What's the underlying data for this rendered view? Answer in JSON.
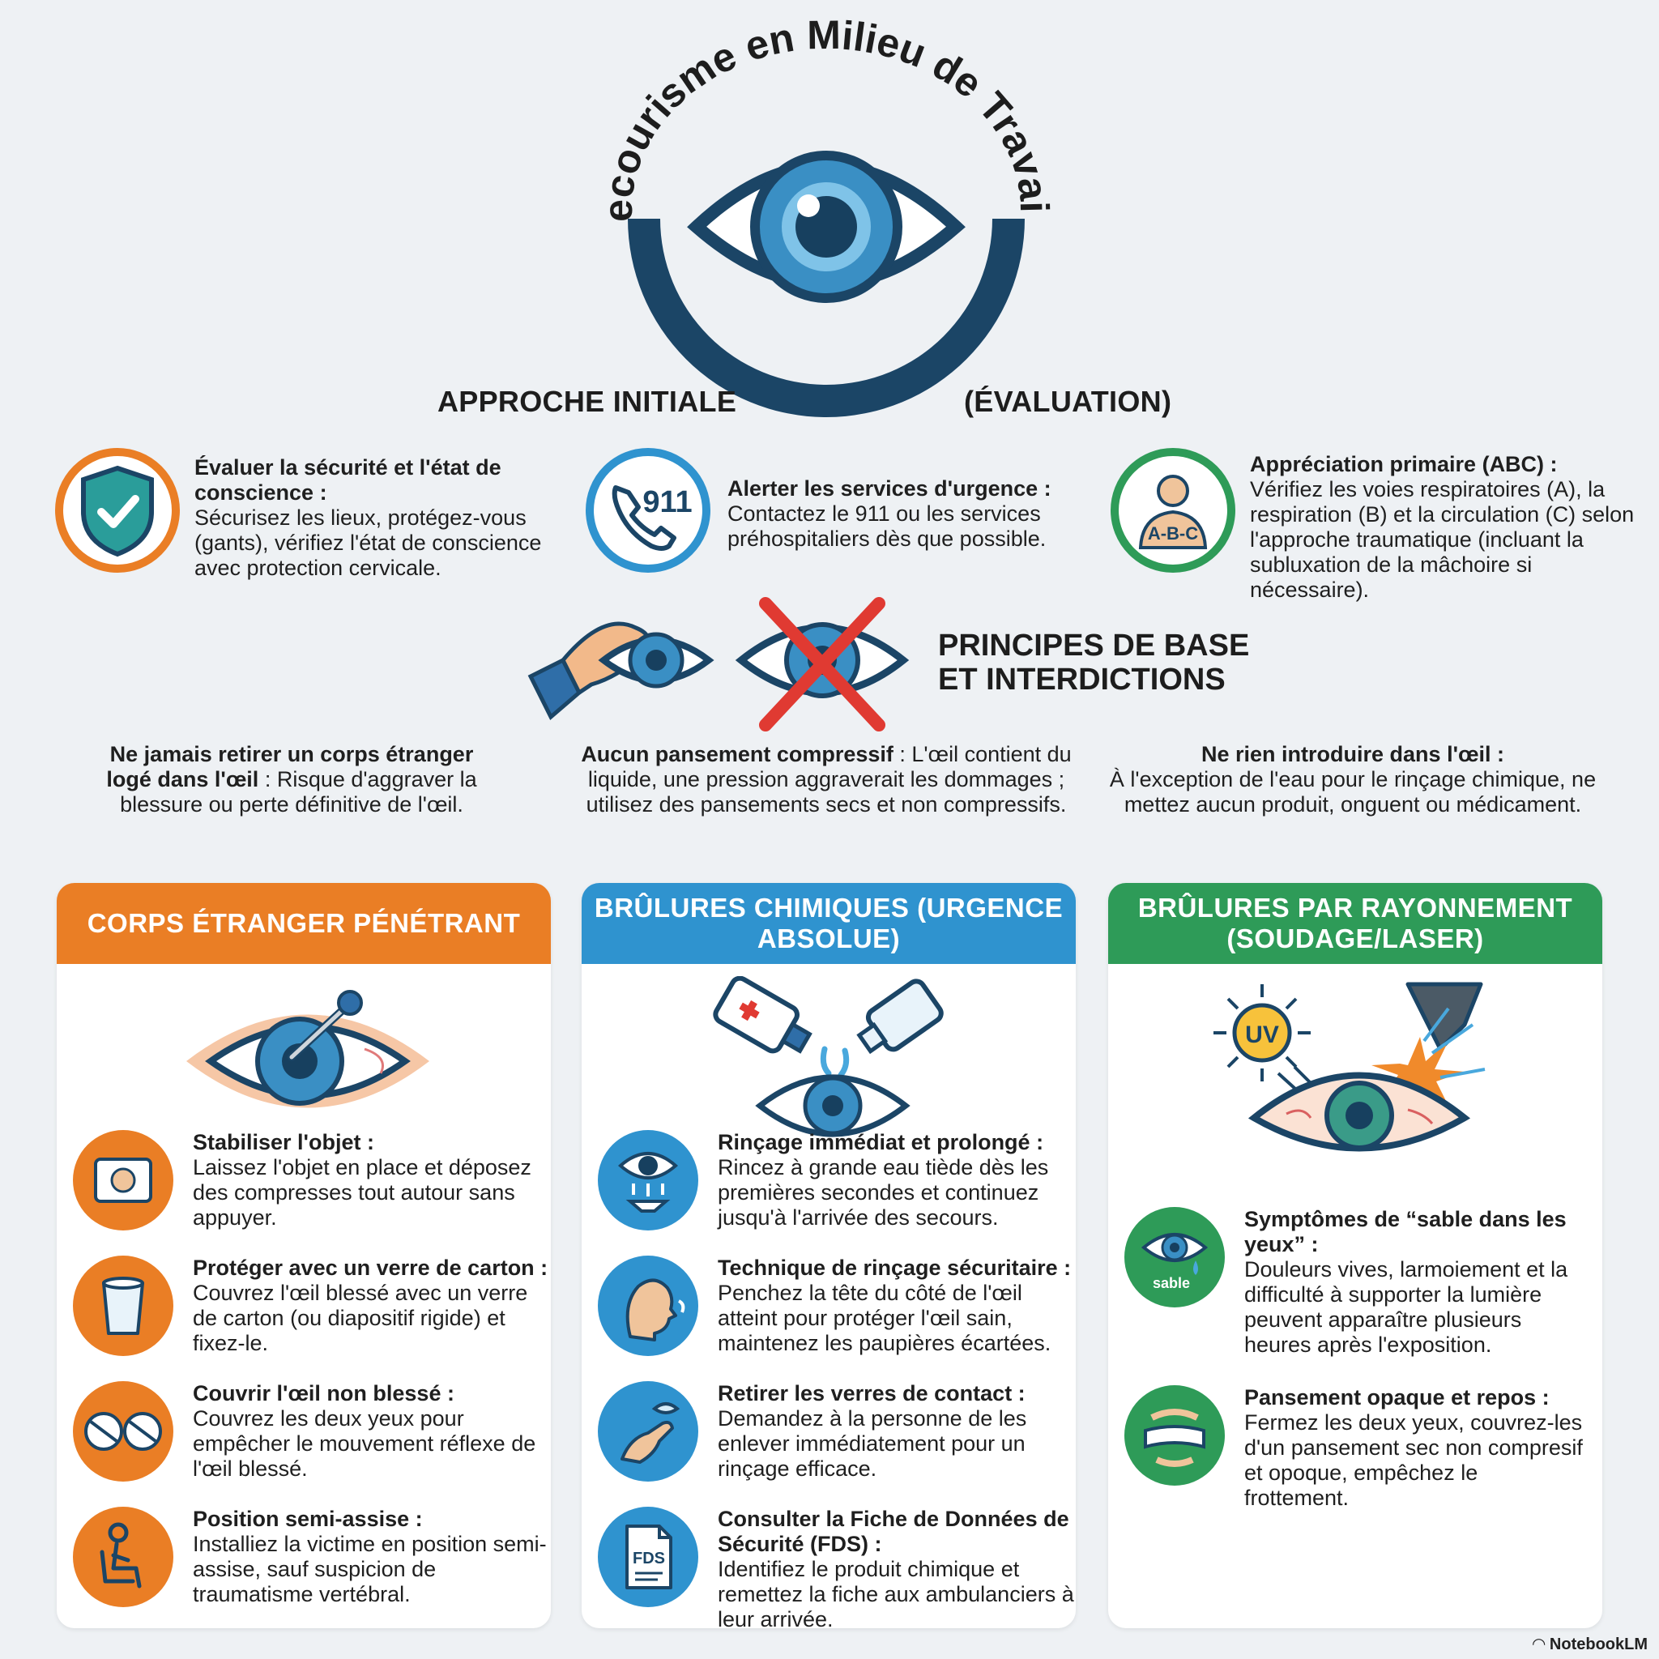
{
  "title": "Secourisme en Milieu de Travail :",
  "sections": {
    "approach_left": "APPROCHE INITIALE",
    "approach_right": "(ÉVALUATION)"
  },
  "top_items": [
    {
      "title": "Évaluer la sécurité et l'état de conscience :",
      "text": "Sécurisez les lieux, protégez-vous (gants), vérifiez l'état de conscience avec protection cervicale."
    },
    {
      "badge": "911",
      "title": "Alerter les services d'urgence :",
      "text": "Contactez le 911 ou les services préhospitaliers dès que possible."
    },
    {
      "badge": "A-B-C",
      "title": "Appréciation primaire (ABC) :",
      "text": "Vérifiez les voies respiratoires (A), la respiration (B) et la circulation (C) selon l'approche traumatique (incluant la subluxation de la mâchoire si nécessaire)."
    }
  ],
  "principles": {
    "heading_line1": "PRINCIPES DE BASE",
    "heading_line2": "ET INTERDICTIONS",
    "rules": [
      {
        "title": "Ne jamais retirer un corps étranger logé dans l'œil",
        "text": " : Risque d'aggraver la blessure ou perte définitive de l'œil."
      },
      {
        "title": "Aucun pansement compressif",
        "text": " : L'œil contient du liquide, une pression aggraverait les dommages ; utilisez des pansements secs et non compressifs."
      },
      {
        "title": "Ne rien introduire dans l'œil :",
        "text": "À l'exception de l'eau pour le rinçage chimique, ne mettez aucun produit, onguent ou médicament."
      }
    ]
  },
  "panels": [
    {
      "heading": "CORPS ÉTRANGER PÉNÉTRANT",
      "steps": [
        {
          "title": "Stabiliser l'objet :",
          "text": "Laissez l'objet en place et déposez des compresses tout autour sans appuyer."
        },
        {
          "title": "Protéger avec un verre de carton :",
          "text": "Couvrez l'œil blessé avec un verre de carton (ou diapositif rigide) et fixez-le."
        },
        {
          "title": "Couvrir l'œil non blessé :",
          "text": "Couvrez les deux yeux pour empêcher le mouvement réflexe de l'œil blessé."
        },
        {
          "title": "Position semi-assise :",
          "text": "Installiez la victime en position semi-assise, sauf suspicion de traumatisme vertébral."
        }
      ]
    },
    {
      "heading": "BRÛLURES CHIMIQUES (URGENCE ABSOLUE)",
      "steps": [
        {
          "title": "Rinçage immédiat et prolongé :",
          "text": "Rincez à grande eau tiède dès les premières secondes et continuez jusqu'à l'arrivée des secours."
        },
        {
          "title": "Technique de rinçage sécuritaire :",
          "text": "Penchez la tête du côté de l'œil atteint pour protéger l'œil sain, maintenez les paupières écartées."
        },
        {
          "title": "Retirer les verres de contact :",
          "text": "Demandez à la personne de les enlever immédiatement pour un rinçage efficace."
        },
        {
          "title": "Consulter la Fiche de Données de Sécurité (FDS) :",
          "text": "Identifiez le produit chimique et remettez la fiche aux ambulanciers à leur arrivée.",
          "badge": "FDS"
        }
      ]
    },
    {
      "heading": "BRÛLURES PAR RAYONNEMENT (SOUDAGE/LASER)",
      "uv_label": "UV",
      "steps": [
        {
          "title": "Symptômes de “sable dans les yeux” :",
          "text": "Douleurs vives, larmoiement et la difficulté à supporter la lumière peuvent apparaître plusieurs heures après l'exposition.",
          "badge": "sable"
        },
        {
          "title": "Pansement opaque et repos :",
          "text": "Fermez les deux yeux, couvrez-les d'un pansement sec non compresif et opoque, empêchez le frottement."
        }
      ]
    }
  ],
  "footer": "NotebookLM",
  "colors": {
    "orange": "#ea7e25",
    "blue": "#2f93cf",
    "green": "#2e9b58",
    "navy": "#1b4566"
  }
}
